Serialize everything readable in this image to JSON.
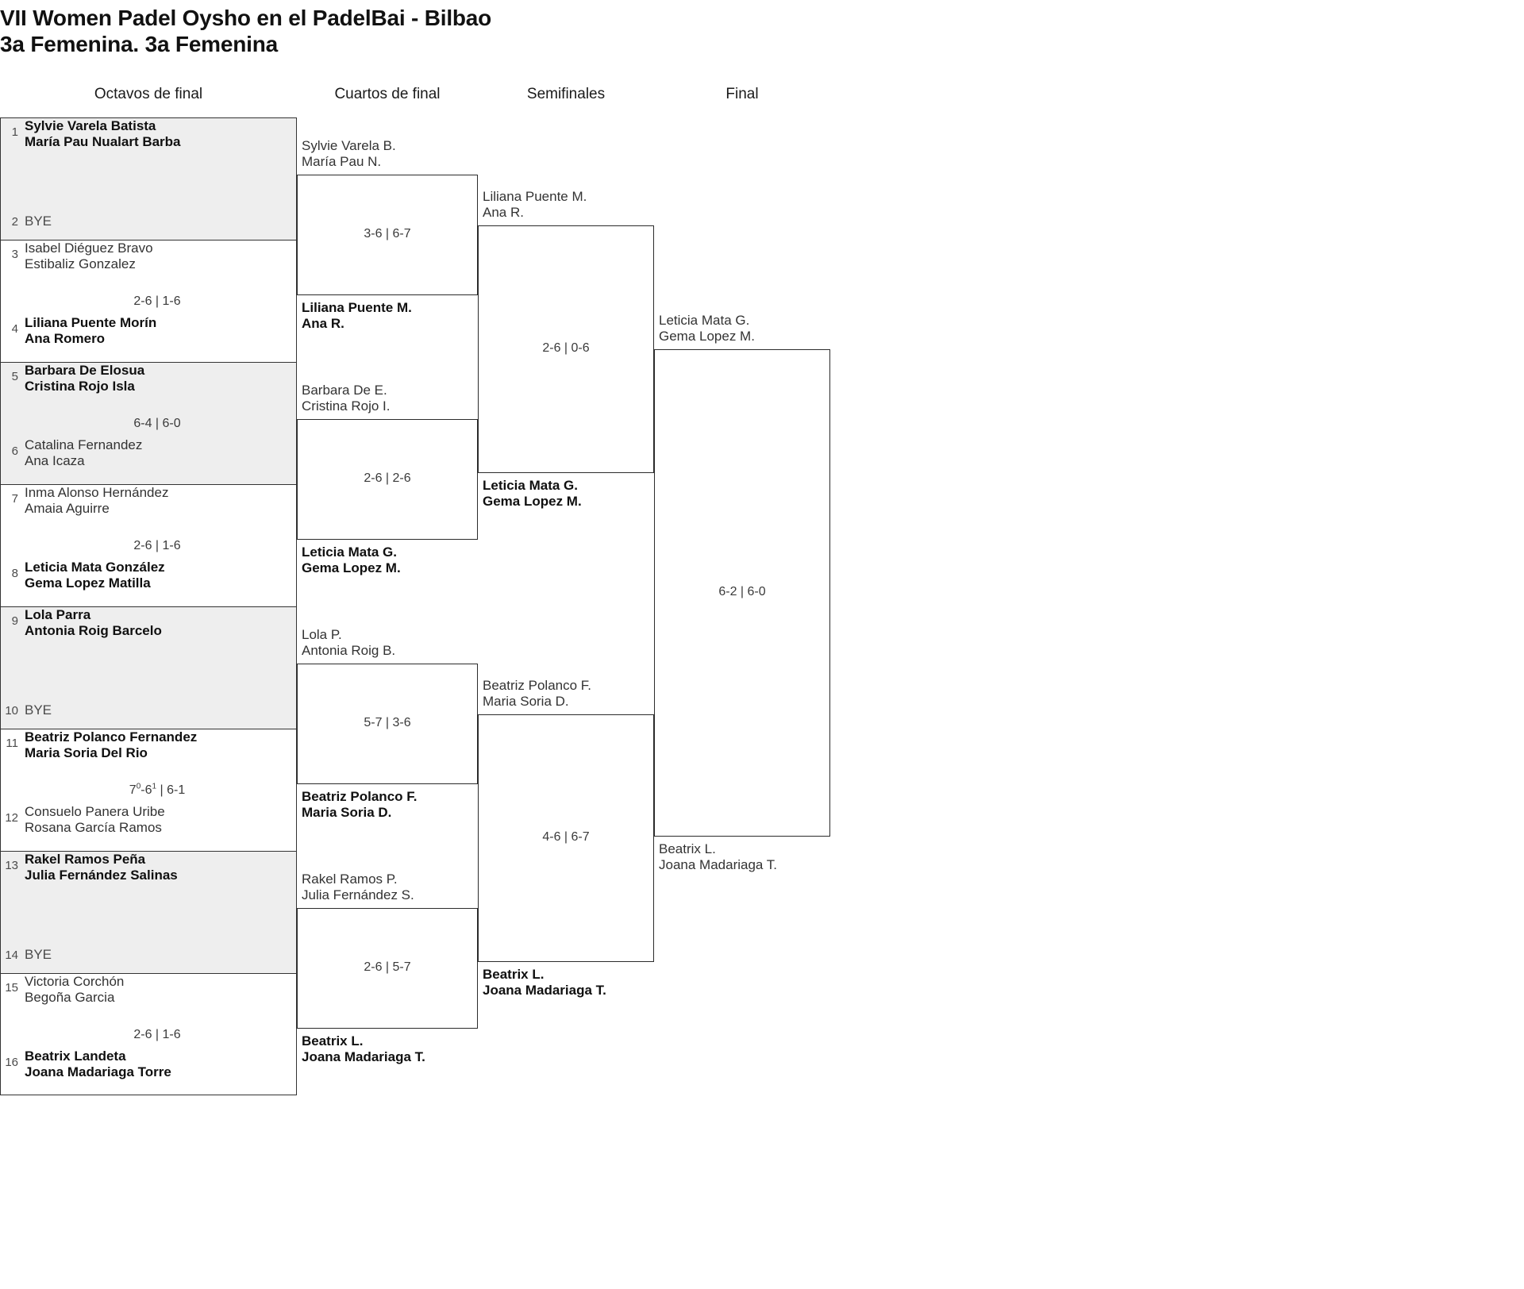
{
  "title": {
    "line1": "VII Women Padel Oysho en el PadelBai - Bilbao",
    "line2": "3a Femenina. 3a Femenina"
  },
  "rounds": [
    {
      "key": "r1",
      "label": "Octavos de final"
    },
    {
      "key": "r2",
      "label": "Cuartos de final"
    },
    {
      "key": "r3",
      "label": "Semifinales"
    },
    {
      "key": "r4",
      "label": "Final"
    }
  ],
  "colors": {
    "shade": "#eeeeee",
    "border": "#333333",
    "text": "#333333",
    "winner_text": "#101010",
    "seed_text": "#4a4a4a"
  },
  "round1": {
    "matches": [
      {
        "shaded": true,
        "top": {
          "seed": "1",
          "p1": "Sylvie Varela Batista",
          "p2": "María Pau Nualart Barba",
          "winner": true,
          "bye": false
        },
        "bottom": {
          "seed": "2",
          "p1": "BYE",
          "p2": "",
          "winner": false,
          "bye": true
        },
        "score": ""
      },
      {
        "shaded": false,
        "top": {
          "seed": "3",
          "p1": "Isabel Diéguez Bravo",
          "p2": "Estibaliz Gonzalez",
          "winner": false,
          "bye": false
        },
        "bottom": {
          "seed": "4",
          "p1": "Liliana Puente Morín",
          "p2": "Ana Romero",
          "winner": true,
          "bye": false
        },
        "score": "2-6 | 1-6"
      },
      {
        "shaded": true,
        "top": {
          "seed": "5",
          "p1": "Barbara De Elosua",
          "p2": "Cristina Rojo Isla",
          "winner": true,
          "bye": false
        },
        "bottom": {
          "seed": "6",
          "p1": "Catalina Fernandez",
          "p2": "Ana Icaza",
          "winner": false,
          "bye": false
        },
        "score": "6-4 | 6-0"
      },
      {
        "shaded": false,
        "top": {
          "seed": "7",
          "p1": "Inma Alonso Hernández",
          "p2": "Amaia Aguirre",
          "winner": false,
          "bye": false
        },
        "bottom": {
          "seed": "8",
          "p1": "Leticia Mata González",
          "p2": "Gema Lopez Matilla",
          "winner": true,
          "bye": false
        },
        "score": "2-6 | 1-6"
      },
      {
        "shaded": true,
        "top": {
          "seed": "9",
          "p1": "Lola Parra",
          "p2": "Antonia Roig Barcelo",
          "winner": true,
          "bye": false
        },
        "bottom": {
          "seed": "10",
          "p1": "BYE",
          "p2": "",
          "winner": false,
          "bye": true
        },
        "score": ""
      },
      {
        "shaded": false,
        "top": {
          "seed": "11",
          "p1": "Beatriz Polanco Fernandez",
          "p2": "Maria Soria Del Rio",
          "winner": true,
          "bye": false
        },
        "bottom": {
          "seed": "12",
          "p1": "Consuelo Panera Uribe",
          "p2": "Rosana García Ramos",
          "winner": false,
          "bye": false
        },
        "score_html": "7<sup>0</sup>-6<sup>1</sup> | 6-1",
        "score": "70-61 | 6-1"
      },
      {
        "shaded": true,
        "top": {
          "seed": "13",
          "p1": "Rakel Ramos Peña",
          "p2": "Julia Fernández Salinas",
          "winner": true,
          "bye": false
        },
        "bottom": {
          "seed": "14",
          "p1": "BYE",
          "p2": "",
          "winner": false,
          "bye": true
        },
        "score": ""
      },
      {
        "shaded": false,
        "top": {
          "seed": "15",
          "p1": "Victoria Corchón",
          "p2": "Begoña Garcia",
          "winner": false,
          "bye": false
        },
        "bottom": {
          "seed": "16",
          "p1": "Beatrix Landeta",
          "p2": "Joana Madariaga Torre",
          "winner": true,
          "bye": false
        },
        "score": "2-6 | 1-6"
      }
    ]
  },
  "round2": {
    "matches": [
      {
        "top": {
          "p1": "Sylvie Varela B.",
          "p2": "María Pau N.",
          "winner": false
        },
        "bottom": {
          "p1": "Liliana Puente M.",
          "p2": "Ana R.",
          "winner": true
        },
        "score": "3-6 | 6-7"
      },
      {
        "top": {
          "p1": "Barbara De E.",
          "p2": "Cristina Rojo I.",
          "winner": false
        },
        "bottom": {
          "p1": "Leticia Mata G.",
          "p2": "Gema Lopez M.",
          "winner": true
        },
        "score": "2-6 | 2-6"
      },
      {
        "top": {
          "p1": "Lola P.",
          "p2": "Antonia Roig B.",
          "winner": false
        },
        "bottom": {
          "p1": "Beatriz Polanco F.",
          "p2": "Maria Soria D.",
          "winner": true
        },
        "score": "5-7 | 3-6"
      },
      {
        "top": {
          "p1": "Rakel Ramos P.",
          "p2": "Julia Fernández S.",
          "winner": false
        },
        "bottom": {
          "p1": "Beatrix L.",
          "p2": "Joana Madariaga T.",
          "winner": true
        },
        "score": "2-6 | 5-7"
      }
    ]
  },
  "round3": {
    "matches": [
      {
        "top": {
          "p1": "Liliana Puente M.",
          "p2": "Ana R.",
          "winner": false
        },
        "bottom": {
          "p1": "Leticia Mata G.",
          "p2": "Gema Lopez M.",
          "winner": true
        },
        "score": "2-6 | 0-6"
      },
      {
        "top": {
          "p1": "Beatriz Polanco F.",
          "p2": "Maria Soria D.",
          "winner": false
        },
        "bottom": {
          "p1": "Beatrix L.",
          "p2": "Joana Madariaga T.",
          "winner": true
        },
        "score": "4-6 | 6-7"
      }
    ]
  },
  "round4": {
    "matches": [
      {
        "top": {
          "p1": "Leticia Mata G.",
          "p2": "Gema Lopez M.",
          "winner": false
        },
        "bottom": {
          "p1": "Beatrix L.",
          "p2": "Joana Madariaga T.",
          "winner": false
        },
        "score": "6-2 | 6-0"
      }
    ]
  }
}
